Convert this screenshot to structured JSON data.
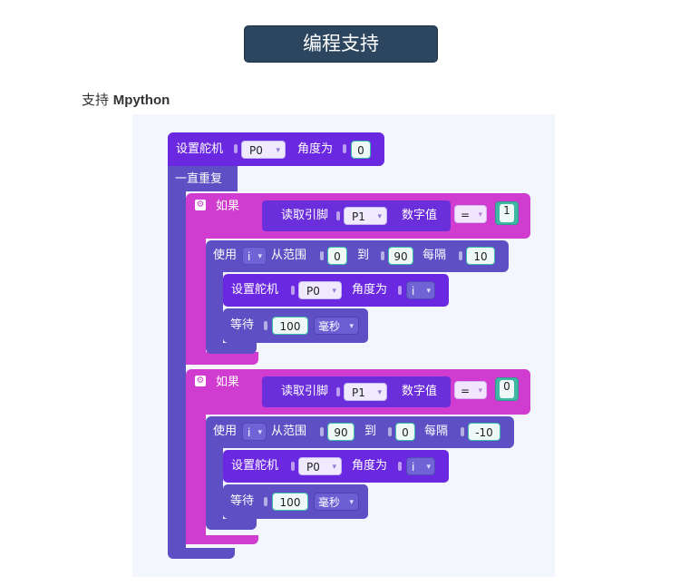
{
  "header": {
    "title": "编程支持"
  },
  "subtitle": {
    "prefix": "支持 ",
    "lang": "Mpython"
  },
  "blocks": {
    "servo_top": {
      "label": "设置舵机",
      "pin": "P0",
      "angle_label": "角度为",
      "angle": "0"
    },
    "forever": {
      "label": "一直重复"
    },
    "if1": {
      "label": "如果",
      "read_label": "读取引脚",
      "pin": "P1",
      "digital_label": "数字值",
      "op": "=",
      "value": "1"
    },
    "loop1": {
      "label": "使用",
      "var": "i",
      "from_label": "从范围",
      "start": "0",
      "to_label": "到",
      "end": "90",
      "step_label": "每隔",
      "step": "10"
    },
    "servo1": {
      "label": "设置舵机",
      "pin": "P0",
      "angle_label": "角度为",
      "var": "i"
    },
    "wait1": {
      "label": "等待",
      "value": "100",
      "unit": "毫秒"
    },
    "if2": {
      "label": "如果",
      "read_label": "读取引脚",
      "pin": "P1",
      "digital_label": "数字值",
      "op": "=",
      "value": "0"
    },
    "loop2": {
      "label": "使用",
      "var": "i",
      "from_label": "从范围",
      "start": "90",
      "to_label": "到",
      "end": "0",
      "step_label": "每隔",
      "step": "-10"
    },
    "servo2": {
      "label": "设置舵机",
      "pin": "P0",
      "angle_label": "角度为",
      "var": "i"
    },
    "wait2": {
      "label": "等待",
      "value": "100",
      "unit": "毫秒"
    }
  }
}
